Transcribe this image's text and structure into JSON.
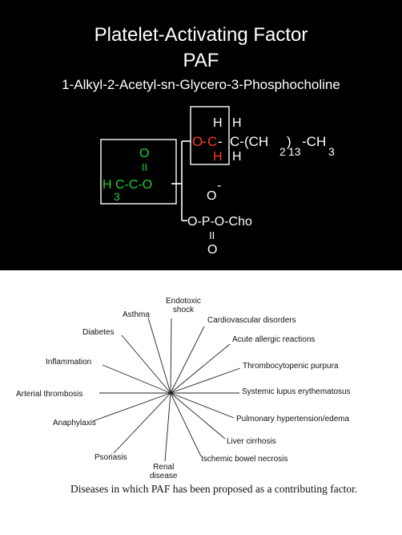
{
  "slide": {
    "title_line1": "Platelet-Activating Factor",
    "title_line2": "PAF",
    "subtitle": "1-Alkyl-2-Acetyl-sn-Glycero-3-Phosphocholine",
    "colors": {
      "background": "#000000",
      "text": "#ffffff",
      "highlight_red": "#ff3a1a",
      "highlight_green": "#22cc33"
    },
    "structure": {
      "top_row_o": "O",
      "top_row_dash1": "-",
      "top_row_c": "C",
      "top_row_dash2": "-",
      "top_row_c2": "C-(CH",
      "sub_2": "2",
      "paren": ")",
      "sub_13": "13",
      "tail_ch": "-CH",
      "sub_3": "3",
      "h_upper_left": "H",
      "h_upper_right": "H",
      "h_lower_left": "H",
      "h_lower_right": "H",
      "acetyl_o_top": "O",
      "acetyl_eq": "II",
      "acetyl_main": "H C-C-O",
      "acetyl_sub3": "3",
      "phos_o_top": "O",
      "phos_minus": "-",
      "phos_main": "O-P-O-Cho",
      "phos_eq": "II",
      "phos_o_bottom": "O"
    }
  },
  "diagram": {
    "labels": [
      "Endotoxic\nshock",
      "Cardiovascular disorders",
      "Acute allergic reactions",
      "Thrombocytopenic purpura",
      "Systemic lupus erythematosus",
      "Pulmonary hypertension/edema",
      "Liver cirrhosis",
      "Ischemic bowel necrosis",
      "Renal\ndisease",
      "Psoriasis",
      "Anaphylaxis",
      "Arterial thrombosis",
      "Inflammation",
      "Diabetes",
      "Asthma"
    ],
    "caption": "Diseases in which PAF has been proposed as a contributing factor."
  }
}
